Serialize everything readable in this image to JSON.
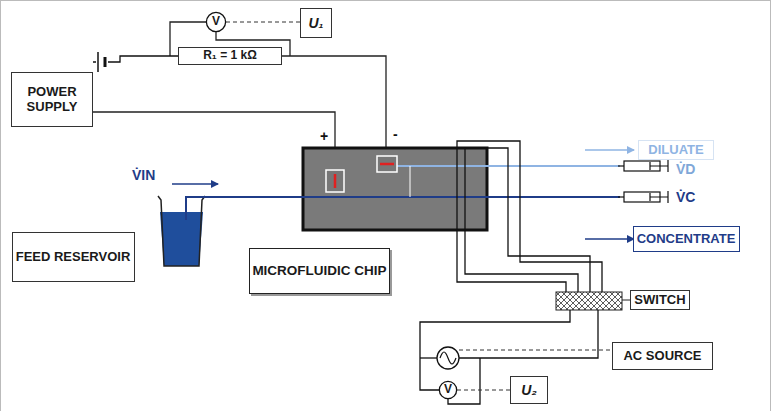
{
  "diagram": {
    "nodes": [
      {
        "text": [
          "POWER SUPPLY"
        ]
      },
      {
        "text": [
          "V"
        ]
      },
      {
        "text": [
          "U₁"
        ]
      },
      {
        "text": [
          "R₁ = 1 kΩ"
        ]
      },
      {
        "text": [
          "FEED RESERVOIR"
        ]
      },
      {
        "text": [
          "MICROFLUIDIC CHIP"
        ]
      },
      {
        "text": [
          "DILUATE"
        ]
      },
      {
        "text": [
          "CONCENTRATE"
        ]
      },
      {
        "text": [
          "SWITCH"
        ]
      },
      {
        "text": [
          "AC SOURCE"
        ]
      },
      {
        "text": [
          "V"
        ]
      },
      {
        "text": [
          "U₂"
        ]
      }
    ],
    "edges": [
      {
        "from": 0,
        "to": 3,
        "arrow": "none"
      },
      {
        "from": 1,
        "to": 2,
        "arrow": "none"
      },
      {
        "from": 10,
        "to": 11,
        "arrow": "none"
      }
    ],
    "labels": [
      "+",
      "-",
      "V̇IN",
      "V̇D",
      "V̇C"
    ]
  }
}
